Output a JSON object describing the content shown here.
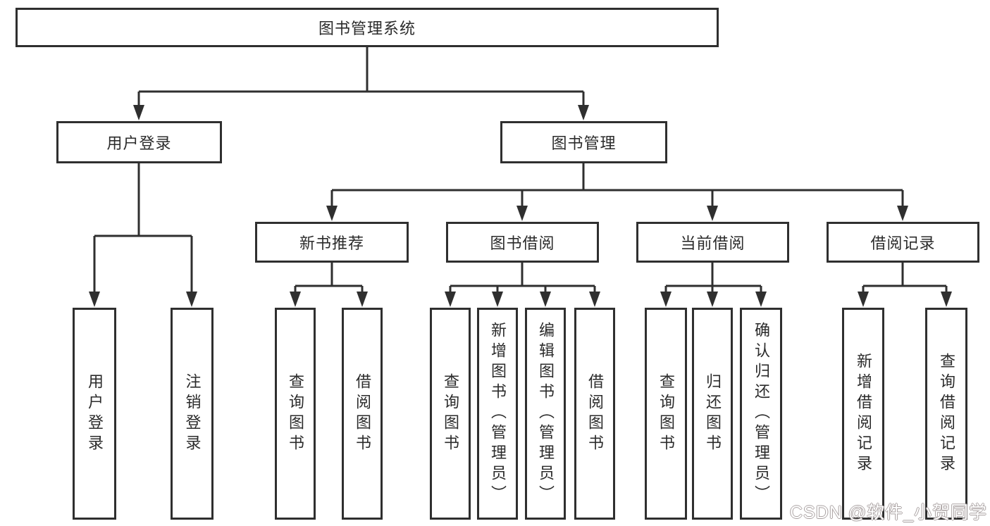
{
  "diagram": {
    "type": "hierarchy-tree",
    "root": {
      "label": "图书管理系统",
      "children": [
        {
          "label": "用户登录",
          "children": [
            {
              "label": "用户登录"
            },
            {
              "label": "注销登录"
            }
          ]
        },
        {
          "label": "图书管理",
          "children": [
            {
              "label": "新书推荐",
              "children": [
                {
                  "label": "查询图书"
                },
                {
                  "label": "借阅图书"
                }
              ]
            },
            {
              "label": "图书借阅",
              "children": [
                {
                  "label": "查询图书"
                },
                {
                  "label": "新增图书（管理员）"
                },
                {
                  "label": "编辑图书（管理员）"
                },
                {
                  "label": "借阅图书"
                }
              ]
            },
            {
              "label": "当前借阅",
              "children": [
                {
                  "label": "查询图书"
                },
                {
                  "label": "归还图书"
                },
                {
                  "label": "确认归还（管理员）"
                }
              ]
            },
            {
              "label": "借阅记录",
              "children": [
                {
                  "label": "新增借阅记录"
                },
                {
                  "label": "查询借阅记录"
                }
              ]
            }
          ]
        }
      ]
    }
  },
  "watermark": {
    "text": "CSDN @软件_小贺同学"
  },
  "colors": {
    "line": "#2f2f2f",
    "text": "#2b2b2b",
    "background": "#ffffff",
    "watermark_fill": "#ffffff",
    "watermark_outline": "#a8a0a0"
  }
}
